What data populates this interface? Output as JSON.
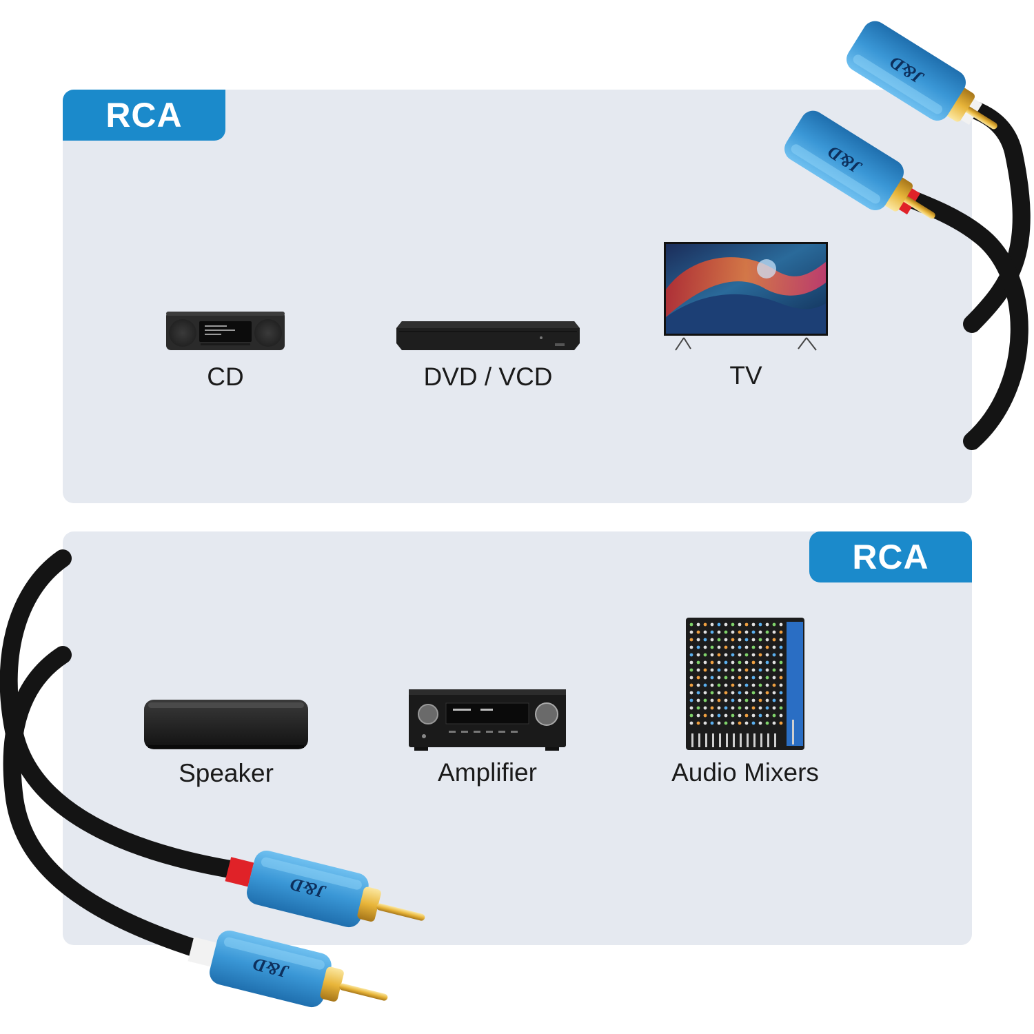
{
  "sections": {
    "top": {
      "tag": "RCA",
      "devices": [
        {
          "label": "CD",
          "icon": "cd-player-icon"
        },
        {
          "label": "DVD / VCD",
          "icon": "dvd-player-icon"
        },
        {
          "label": "TV",
          "icon": "tv-icon"
        }
      ]
    },
    "bottom": {
      "tag": "RCA",
      "devices": [
        {
          "label": "Speaker",
          "icon": "speaker-icon"
        },
        {
          "label": "Amplifier",
          "icon": "amplifier-icon"
        },
        {
          "label": "Audio Mixers",
          "icon": "audio-mixer-icon"
        }
      ]
    }
  },
  "connector_brand": "J&D",
  "colors": {
    "tag_blue": "#1b8acb",
    "panel_bg": "#e5e9f0",
    "connector_blue": "#3f9ad6",
    "cable_black": "#141414",
    "ring_red": "#e02228",
    "ring_white": "#f2f2f2",
    "gold": "#e8b53a"
  }
}
